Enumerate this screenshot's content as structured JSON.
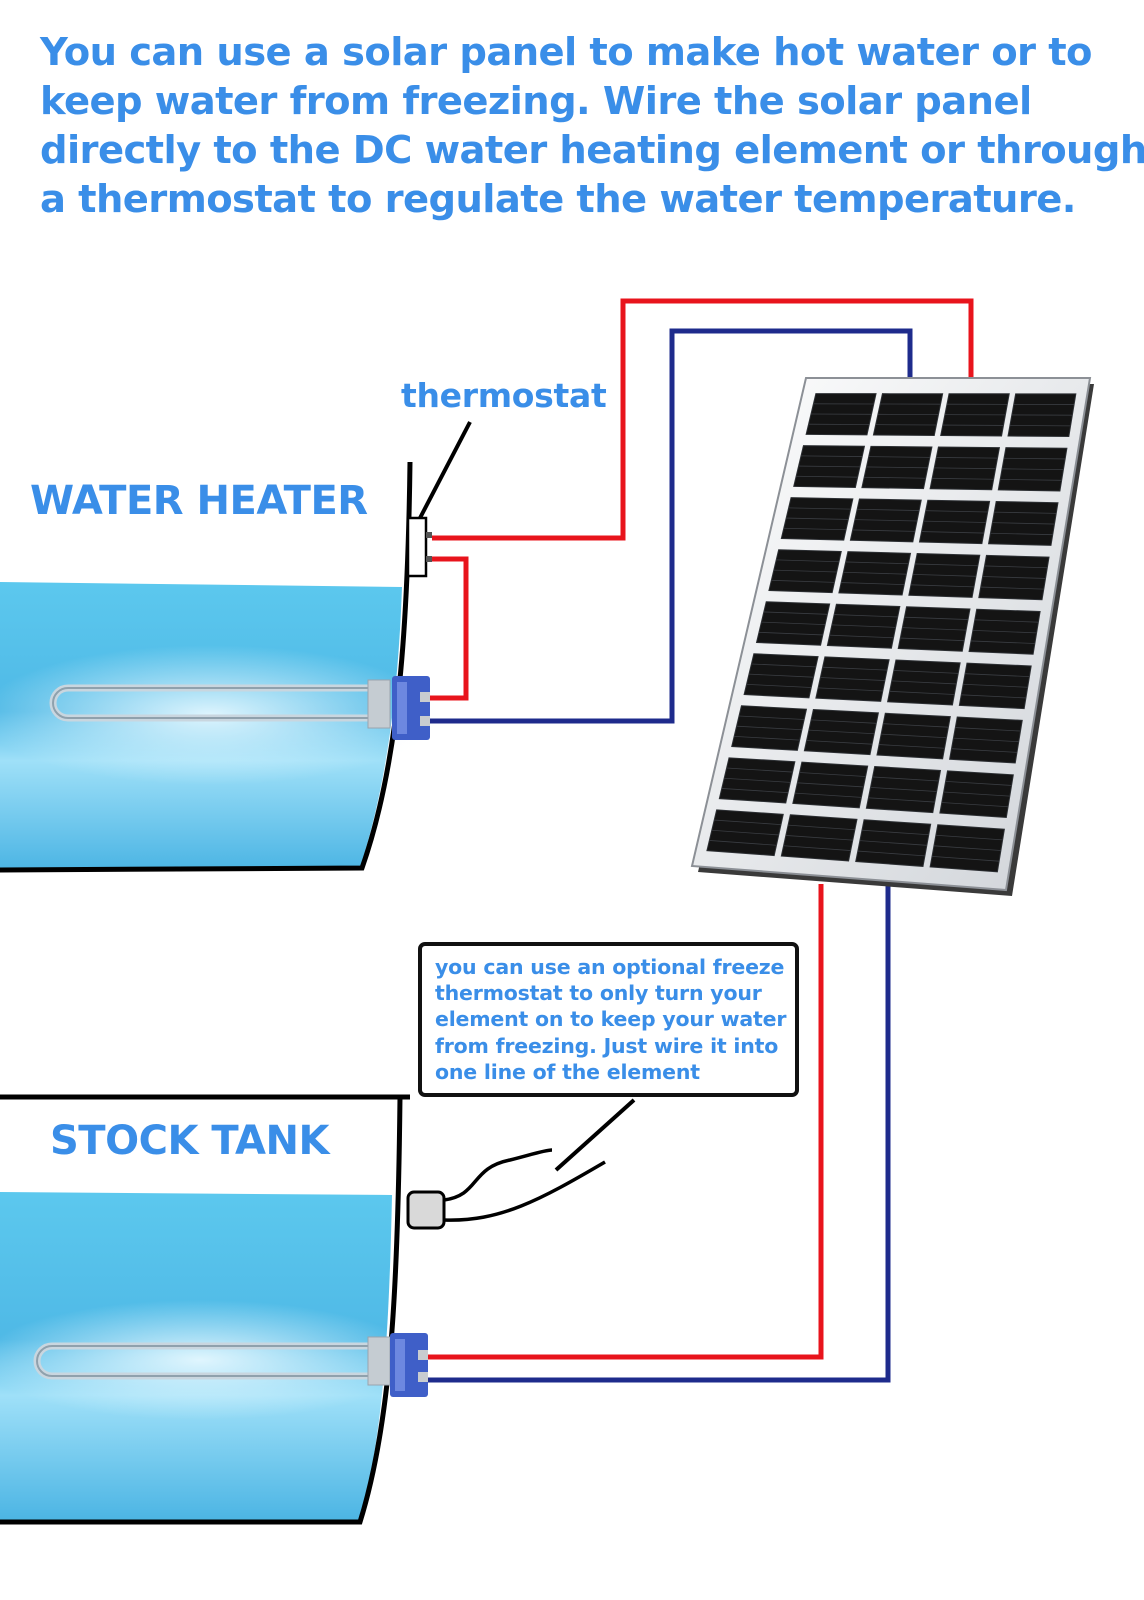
{
  "headline": {
    "lines": [
      "You can use a solar panel to make hot water or to",
      "keep water from freezing. Wire the solar panel",
      "directly to the DC water heating element or through",
      "a thermostat to regulate the water temperature."
    ]
  },
  "labels": {
    "water_heater": "WATER HEATER",
    "stock_tank": "STOCK TANK",
    "thermostat": "thermostat"
  },
  "callout": {
    "lines": [
      "you can use an optional freeze",
      "thermostat to only turn your",
      "element on to keep your water",
      "from freezing. Just wire it into",
      "one line of the element"
    ]
  },
  "colors": {
    "text_blue": "#3a8ee8",
    "positive_wire": "#e8141c",
    "negative_wire": "#1e2b8c",
    "water": "#5cc8ee",
    "panel_cell": "#141414"
  }
}
